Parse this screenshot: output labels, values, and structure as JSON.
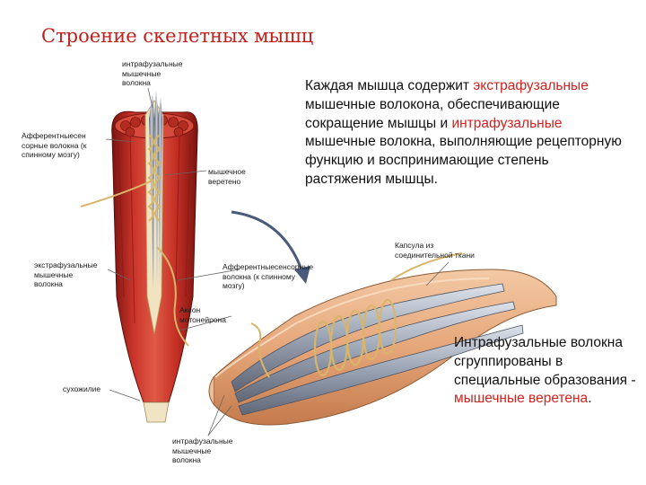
{
  "title": "Строение скелетных мышц",
  "labels": {
    "intrafusal_top": "интрафузальные\nмышечные\nволокна",
    "afferent_left": "Афферентныесен\nсорные волокна (к\nспинному мозгу)",
    "muscle_spindle": "мышечное\nверетено",
    "extrafusal": "экстрафузальные\nмышечные\nволокна",
    "afferent_mid": "Афферентныесенсорные\nволокна (к спинному\nмозгу)",
    "axon": "Аксон\nмотонейрона",
    "tendon": "сухожилие",
    "intrafusal_bottom": "интрафузальные\nмышечные\nволокна",
    "capsule": "Капсула из\nсоединительной ткани"
  },
  "paragraph1": {
    "p1": "Каждая мышца содержит",
    "p2": "экстрафузальные",
    "p3": " мышечные волокона, обеспечивающие сокращение мышцы и ",
    "p4": "интрафузальные",
    "p5": " мышечные волокна, выполняющие  рецепторную функцию и воспринимающие степень растяжения мышцы."
  },
  "paragraph2": {
    "p1": "Интрафузальные волокна сгруппированы в специальные образования - ",
    "p2": "мышечные веретена",
    "p3": "."
  },
  "colors": {
    "title": "#c0201c",
    "highlight": "#d0221f",
    "muscle": "#b8271f",
    "spindle": "#8e97a6",
    "nerve": "#d8b56a"
  },
  "icons": [
    "muscle-illustration",
    "muscle-spindle-illustration",
    "curved-arrow-icon"
  ]
}
